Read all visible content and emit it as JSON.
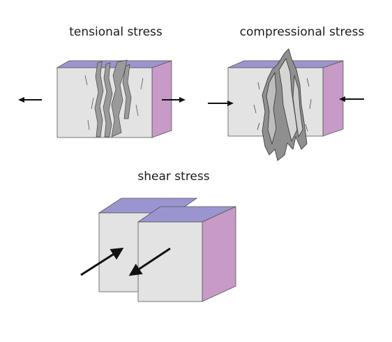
{
  "labels": {
    "tensional": "tensional stress",
    "compressional": "compressional stress",
    "shear": "shear stress"
  },
  "colors": {
    "block_front": "#e2e3e2",
    "block_top": "#9b95cf",
    "block_side": "#c79ac7",
    "outline": "#555555",
    "crack_fill": "#9a9a9a",
    "arrow": "#111111"
  }
}
